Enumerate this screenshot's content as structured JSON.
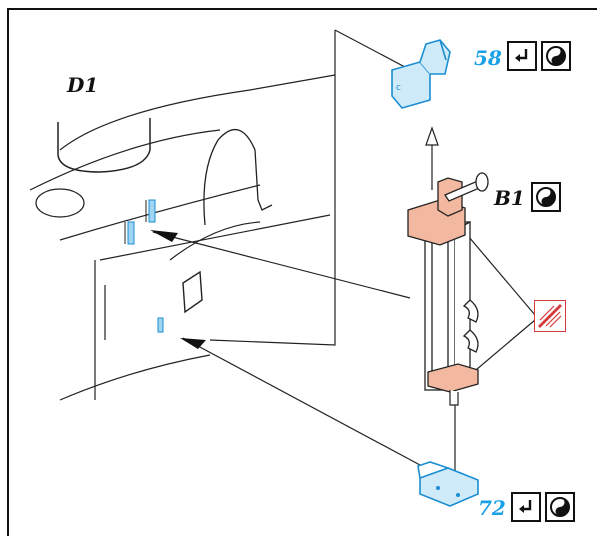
{
  "labels": {
    "d1": "D1",
    "b1": "B1",
    "p58": "58",
    "p72": "72"
  },
  "colors": {
    "part_callout": "#1aa0e6",
    "bracket_fill": "#f2b9a0",
    "highlight_blue": "#9fd4f2",
    "lubricate_red": "#d43a3a",
    "ink": "#111111"
  },
  "icons": {
    "screw_in": "screw-in-icon",
    "rotate": "yin-yang-rotate-icon",
    "grease": "grease-icon"
  }
}
